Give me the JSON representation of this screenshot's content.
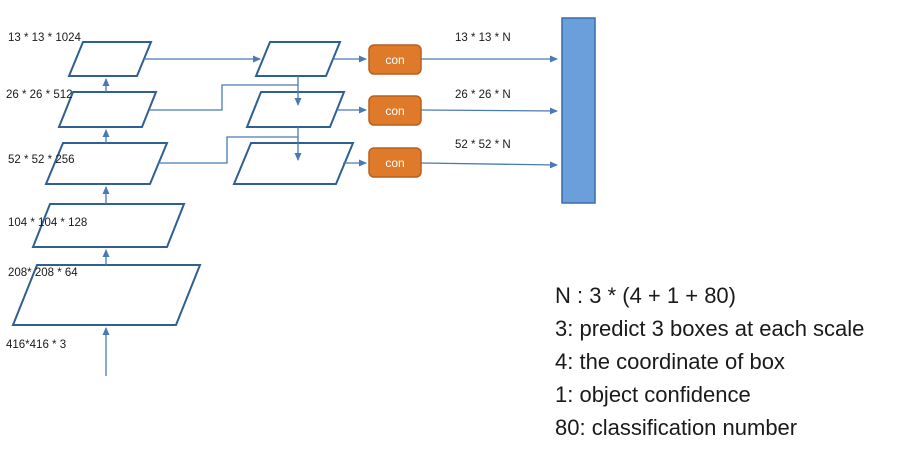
{
  "colors": {
    "line": "#4a7ab5",
    "box_stroke": "#2f5f93",
    "con_fill": "#e07a2b",
    "con_stroke": "#b85f1c",
    "output_fill": "#6a9fdb",
    "output_stroke": "#3a6ca8",
    "text": "#1a1a1a"
  },
  "backbone_labels": {
    "l1": "13 * 13 * 1024",
    "l2": "26 * 26 * 512",
    "l3": "52 * 52 * 256",
    "l4": "104 * 104 * 128",
    "l5": "208* 208 * 64",
    "l6": "416*416 * 3"
  },
  "con_label": "con",
  "output_labels": {
    "o1": "13 * 13 * N",
    "o2": "26 * 26 * N",
    "o3": "52 * 52 * N"
  },
  "legend": [
    "N : 3 * (4 + 1 + 80)",
    "3: predict 3 boxes at each scale",
    "4: the coordinate of box",
    "1: object confidence",
    "80: classification number"
  ]
}
